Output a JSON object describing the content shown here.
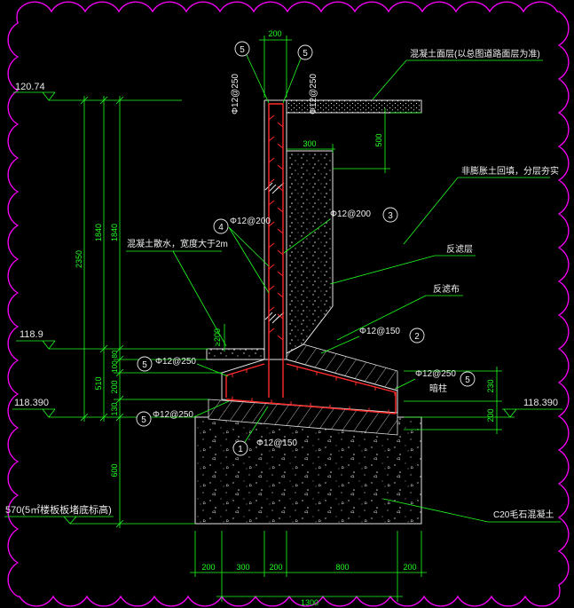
{
  "drawing": {
    "colors": {
      "background": "#000000",
      "structure": "#e6e6e6",
      "rebar": "#ff2a2a",
      "dimension": "#20ff20",
      "revision_cloud": "#ff00ff",
      "text": "#f0f0f0"
    },
    "elevations": {
      "top": "120.74",
      "apron": "118.9",
      "footing_left": "118.390",
      "footing_right": "118.390",
      "bottom": "570(5㎡楼板板堵底标高)"
    },
    "dimensions": {
      "wall_thickness": "200",
      "filter_width": "300",
      "pavement_depth": "500",
      "total_height": "2350",
      "stem_height_a": "1840",
      "stem_height_b": "1840",
      "lower_total": "510",
      "apron_thickness": "80",
      "step": "100",
      "footing_thickness": "200",
      "bed_thickness": "130",
      "rubble_thickness": "600",
      "min_slope": "≥200",
      "heel_thickness": "230",
      "heel_bed": "200",
      "bottom_segments": [
        "200",
        "300",
        "200",
        "800",
        "200"
      ],
      "overall_width": "1300"
    },
    "rebar_callouts": [
      {
        "mark": "5",
        "spec": "Φ12@250"
      },
      {
        "mark": "5",
        "spec": "Φ12@250"
      },
      {
        "mark": "4",
        "spec": "Φ12@200"
      },
      {
        "mark": "3",
        "spec": "Φ12@200"
      },
      {
        "mark": "2",
        "spec": "Φ12@150"
      },
      {
        "mark": "5",
        "spec": "Φ12@250"
      },
      {
        "mark": "5",
        "spec": "Φ12@250"
      },
      {
        "mark": "5",
        "spec": "Φ12@250"
      },
      {
        "mark": "1",
        "spec": "Φ12@150"
      }
    ],
    "notes": {
      "pavement": "混凝土面层(以总图道路面层为准)",
      "backfill": "非膨胀土回填，分层夯实",
      "apron": "混凝土散水，宽度大于2m",
      "filter_layer": "反滤层",
      "filter_cloth": "反滤布",
      "hidden_column": "暗柱",
      "rubble": "C20毛石混凝土"
    }
  }
}
